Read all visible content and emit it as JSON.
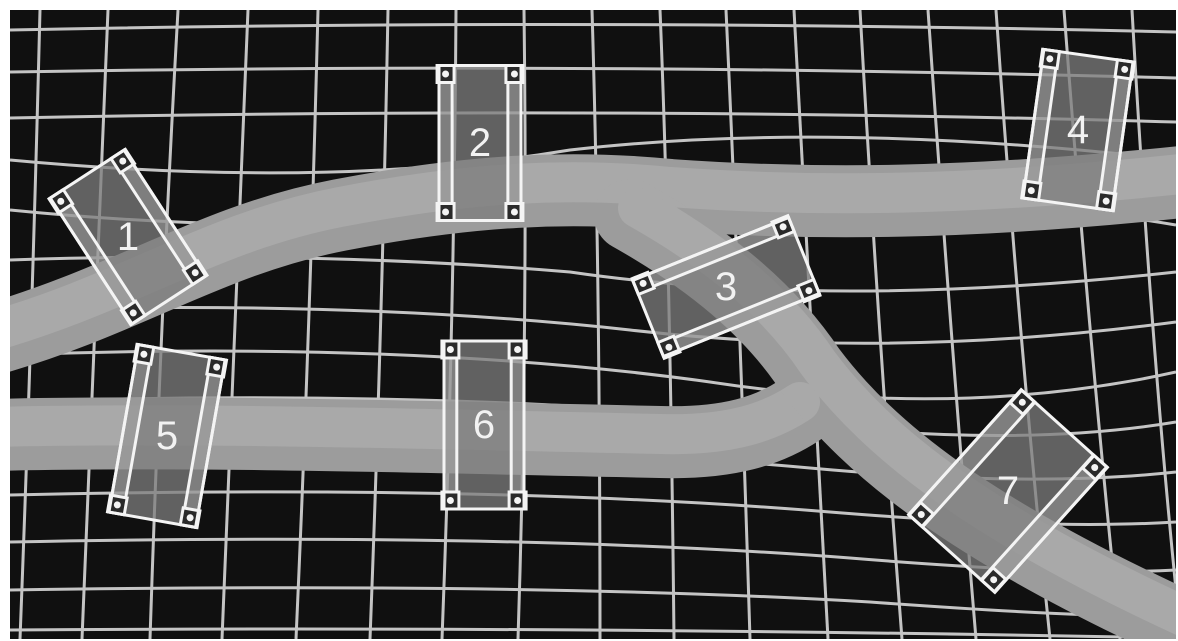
{
  "clips": [
    {
      "label": "1"
    },
    {
      "label": "2"
    },
    {
      "label": "3"
    },
    {
      "label": "4"
    },
    {
      "label": "5"
    },
    {
      "label": "6"
    },
    {
      "label": "7"
    }
  ],
  "colors": {
    "background": "#101010",
    "grid": "#d8d8d8",
    "vessel": "#a8a8a8",
    "clip_outline": "#f4f4f4",
    "clip_fill": "#7c7c7c",
    "label": "#f2f2f2"
  }
}
